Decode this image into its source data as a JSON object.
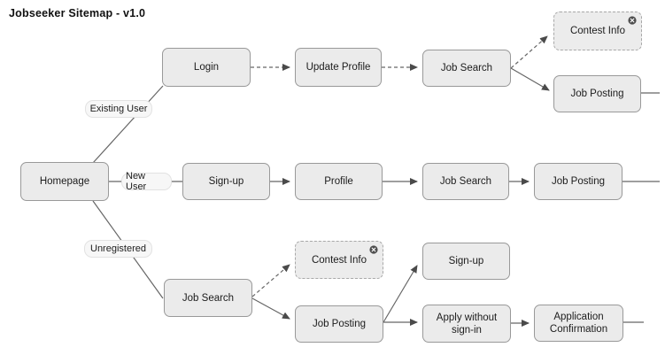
{
  "title": "Jobseeker Sitemap - v1.0",
  "branches": {
    "existing_user": "Existing User",
    "new_user": "New User",
    "unregistered": "Unregistered"
  },
  "nodes": {
    "homepage": "Homepage",
    "login": "Login",
    "update_profile": "Update Profile",
    "job_search_existing": "Job Search",
    "contest_info_existing": "Contest Info",
    "job_posting_existing": "Job Posting",
    "sign_up_new": "Sign-up",
    "profile_new": "Profile",
    "job_search_new": "Job Search",
    "job_posting_new": "Job Posting",
    "job_search_unregistered": "Job Search",
    "contest_info_unregistered": "Contest Info",
    "job_posting_unregistered": "Job Posting",
    "sign_up_unregistered": "Sign-up",
    "apply_without_sign_in": "Apply without sign-in",
    "application_confirmation": "Application Confirmation"
  },
  "edges": [
    {
      "from": "homepage",
      "to": "login",
      "via_label": "Existing User",
      "style": "solid",
      "arrow": false
    },
    {
      "from": "homepage",
      "to": "sign_up_new",
      "via_label": "New User",
      "style": "solid",
      "arrow": false
    },
    {
      "from": "homepage",
      "to": "job_search_unregistered",
      "via_label": "Unregistered",
      "style": "solid",
      "arrow": false
    },
    {
      "from": "login",
      "to": "update_profile",
      "style": "dashed",
      "arrow": true
    },
    {
      "from": "update_profile",
      "to": "job_search_existing",
      "style": "dashed",
      "arrow": true
    },
    {
      "from": "job_search_existing",
      "to": "contest_info_existing",
      "style": "dashed",
      "arrow": true
    },
    {
      "from": "job_search_existing",
      "to": "job_posting_existing",
      "style": "solid",
      "arrow": true
    },
    {
      "from": "job_posting_existing",
      "to": "offscreen-right",
      "style": "solid",
      "arrow": false
    },
    {
      "from": "sign_up_new",
      "to": "profile_new",
      "style": "solid",
      "arrow": true
    },
    {
      "from": "profile_new",
      "to": "job_search_new",
      "style": "solid",
      "arrow": true
    },
    {
      "from": "job_search_new",
      "to": "job_posting_new",
      "style": "solid",
      "arrow": true
    },
    {
      "from": "job_posting_new",
      "to": "offscreen-right",
      "style": "solid",
      "arrow": false
    },
    {
      "from": "job_search_unregistered",
      "to": "contest_info_unregistered",
      "style": "dashed",
      "arrow": true
    },
    {
      "from": "job_search_unregistered",
      "to": "job_posting_unregistered",
      "style": "solid",
      "arrow": true
    },
    {
      "from": "job_posting_unregistered",
      "to": "sign_up_unregistered",
      "style": "solid",
      "arrow": true
    },
    {
      "from": "job_posting_unregistered",
      "to": "apply_without_sign_in",
      "style": "solid",
      "arrow": true
    },
    {
      "from": "apply_without_sign_in",
      "to": "application_confirmation",
      "style": "solid",
      "arrow": true
    },
    {
      "from": "application_confirmation",
      "to": "offscreen-right",
      "style": "solid",
      "arrow": false
    }
  ],
  "colors": {
    "node_fill": "#ebebeb",
    "node_border": "#999999",
    "dashed_node_border": "#a8a8a8",
    "tag_fill": "#f7f7f7",
    "tag_border": "#e2e2e2",
    "line": "#666666",
    "arrowhead": "#4a4a4a",
    "title_text": "#111111",
    "close_icon": "#4d4d4d"
  }
}
